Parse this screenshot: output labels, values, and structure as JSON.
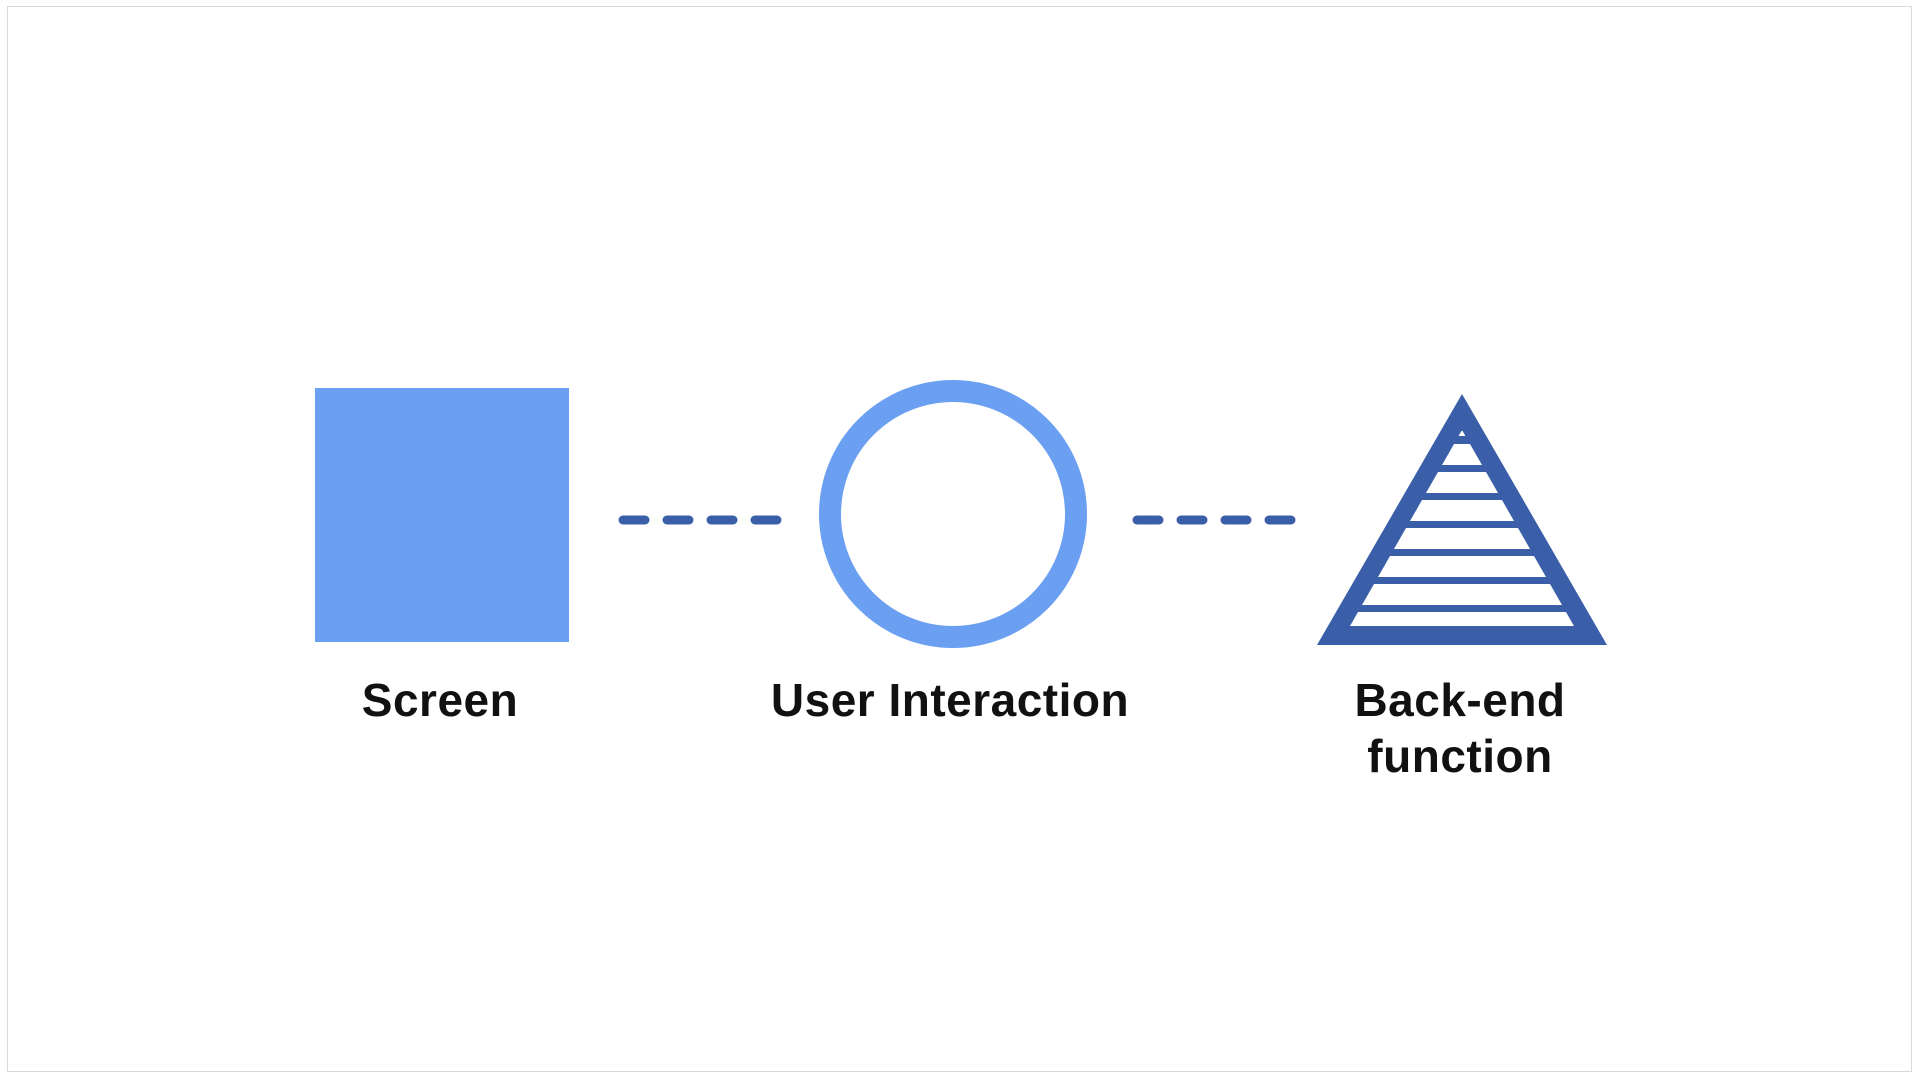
{
  "colors": {
    "light_blue": "#6B9FF2",
    "dark_blue": "#3A5FA8",
    "text": "#111111",
    "background": "#ffffff",
    "frame_border": "#d9d9d9"
  },
  "nodes": [
    {
      "shape": "square",
      "label": "Screen"
    },
    {
      "shape": "circle",
      "label": "User Interaction"
    },
    {
      "shape": "triangle",
      "label_line1": "Back-end",
      "label_line2": "function"
    }
  ],
  "connectors": [
    {
      "from": "Screen",
      "to": "User Interaction",
      "style": "dashed"
    },
    {
      "from": "User Interaction",
      "to": "Back-end function",
      "style": "dashed"
    }
  ]
}
